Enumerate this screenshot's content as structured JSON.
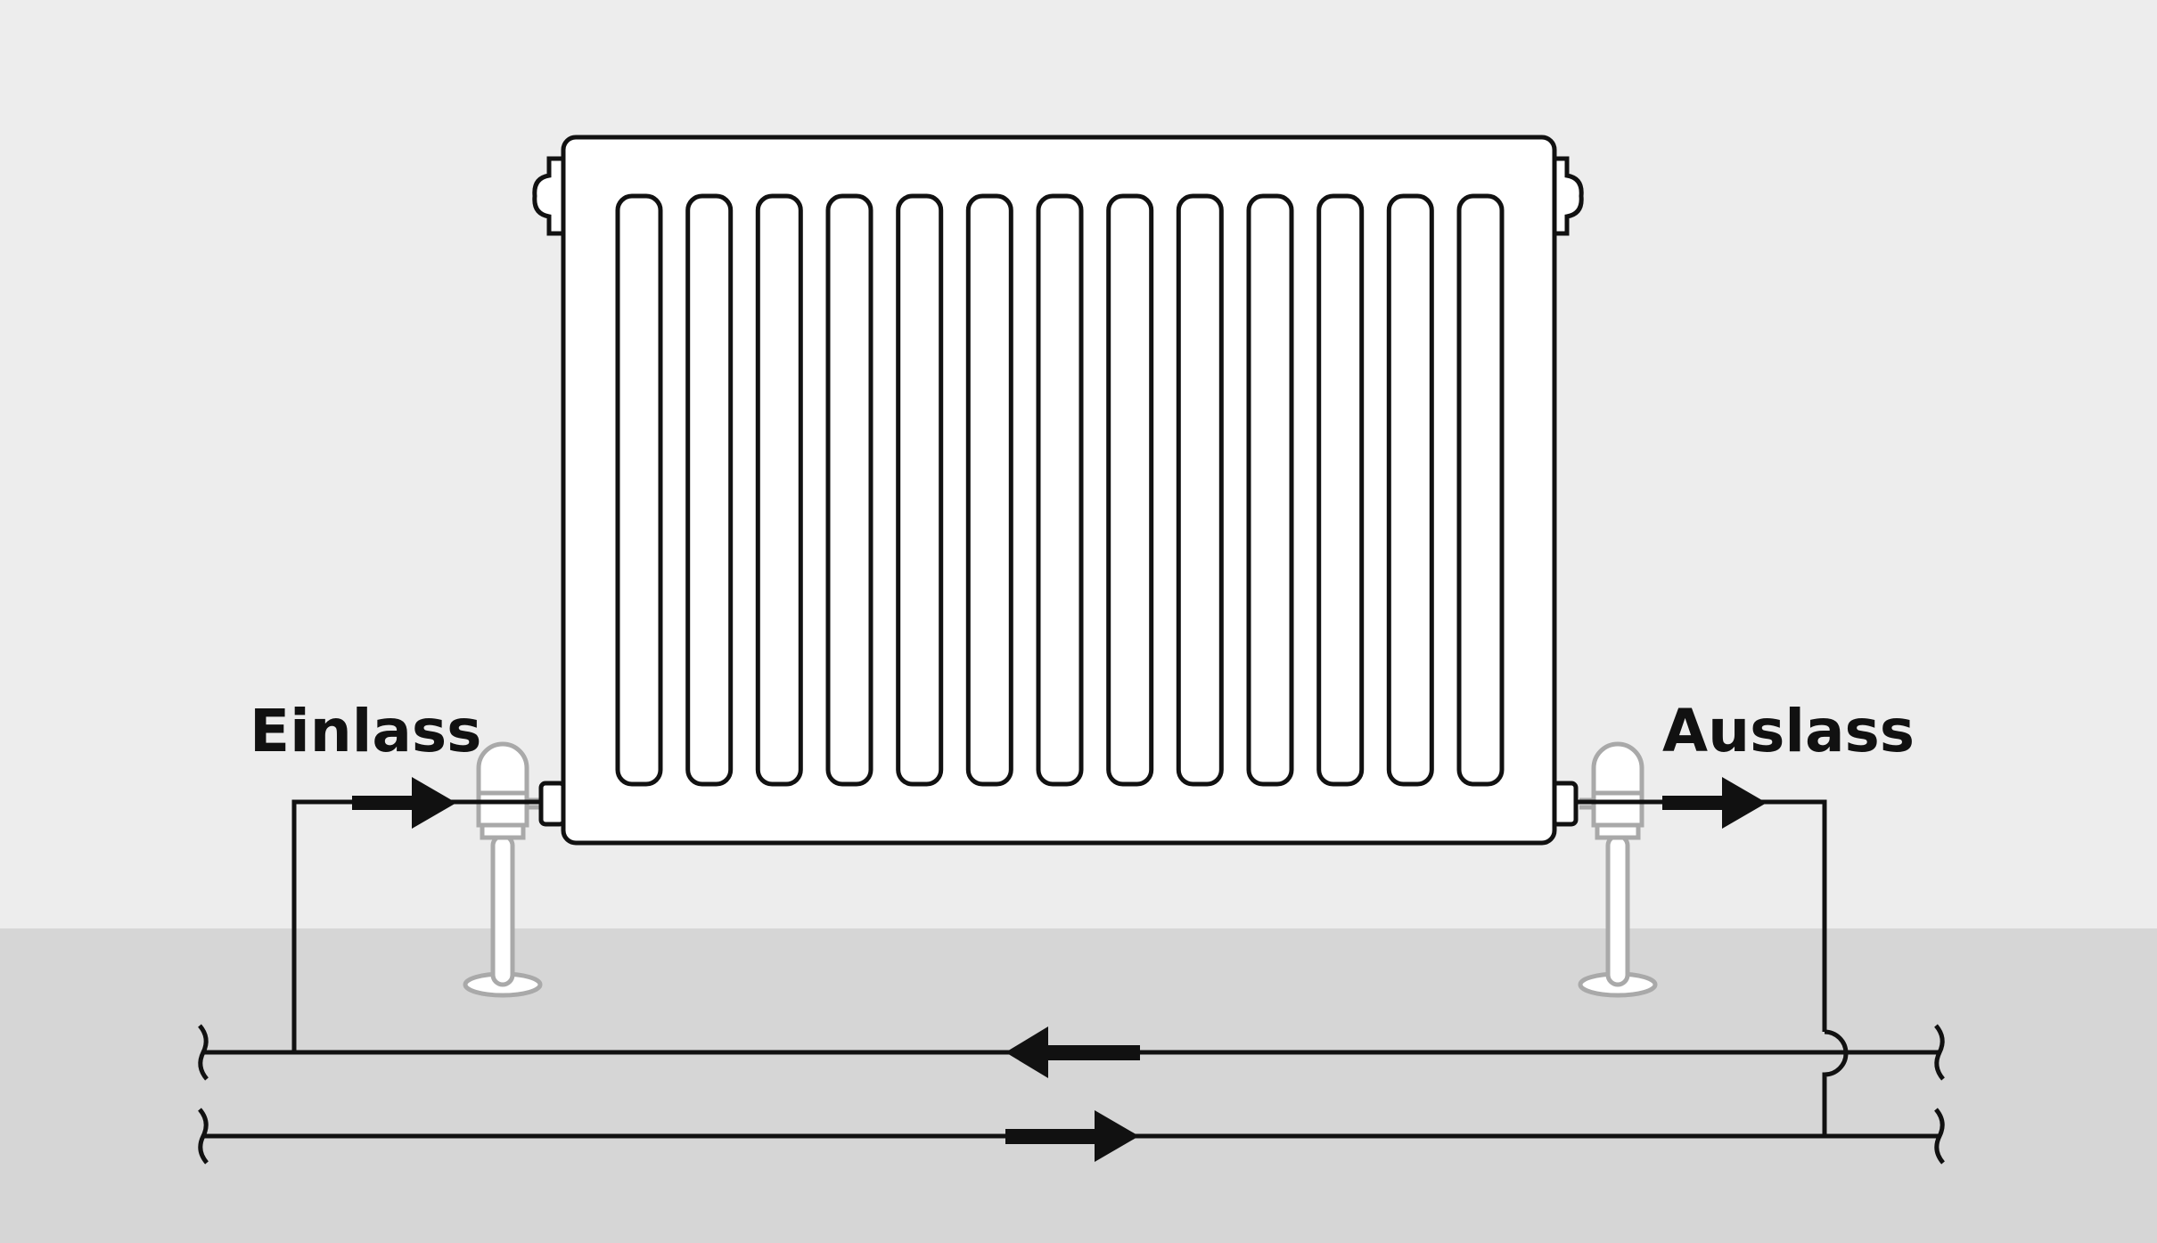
{
  "labels": {
    "inlet": "Einlass",
    "outlet": "Auslass"
  },
  "colors": {
    "wall": "#ededed",
    "floor": "#d6d6d6",
    "line": "#111111",
    "valve": "#a9a9a9",
    "radiator_fill": "#ffffff"
  },
  "radiator": {
    "fin_count": 13
  },
  "flow_arrows": [
    {
      "pipe": "inlet-connection",
      "direction": "right"
    },
    {
      "pipe": "outlet-connection",
      "direction": "right"
    },
    {
      "pipe": "upper-main-pipe",
      "direction": "left"
    },
    {
      "pipe": "lower-main-pipe",
      "direction": "right"
    }
  ]
}
